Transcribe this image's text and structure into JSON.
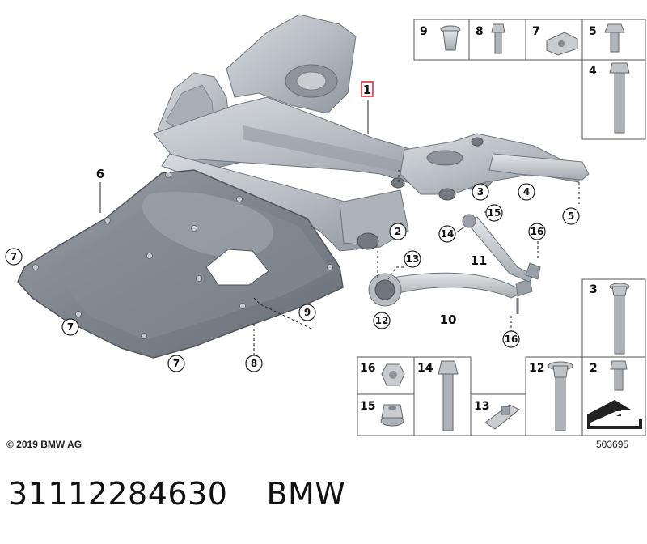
{
  "diagram": {
    "callouts": {
      "c1": "1",
      "c2": "2",
      "c3": "3",
      "c4": "4",
      "c5": "5",
      "c6": "6",
      "c7a": "7",
      "c7b": "7",
      "c7c": "7",
      "c8": "8",
      "c9": "9",
      "c10": "10",
      "c11": "11",
      "c12": "12",
      "c13": "13",
      "c14": "14",
      "c15": "15",
      "c16a": "16",
      "c16b": "16"
    },
    "table_top": {
      "cells": [
        "9",
        "8",
        "7",
        "5",
        "4"
      ]
    },
    "table_right": {
      "cells": [
        "3",
        "2"
      ]
    },
    "table_bottom": {
      "cells": [
        "16",
        "14",
        "15",
        "13",
        "12"
      ]
    },
    "colors": {
      "highlight": "#d8232a",
      "part_fill": "#b9bec4",
      "part_dark": "#8f969d",
      "border": "#555555"
    }
  },
  "copyright": "© 2019 BMW AG",
  "diagram_id": "503695",
  "footer": {
    "part_number": "31112284630",
    "brand": "BMW"
  }
}
